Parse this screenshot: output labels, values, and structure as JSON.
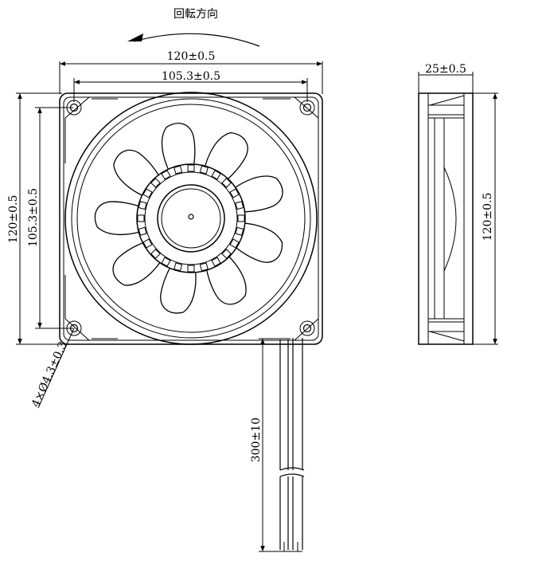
{
  "rotation_label": "回転方向",
  "front_view": {
    "overall_width": "120±0.5",
    "hole_spacing_h": "105.3±0.5",
    "overall_height": "120±0.5",
    "hole_spacing_v": "105.3±0.5",
    "mount_holes": "4×Ø4.3±0.3",
    "cable_length": "300±10"
  },
  "side_view": {
    "thickness": "25±0.5",
    "height": "120±0.5"
  }
}
